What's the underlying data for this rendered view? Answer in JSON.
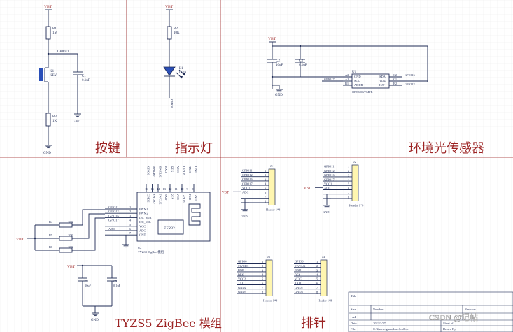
{
  "sections": {
    "key": "按键",
    "led": "指示灯",
    "light": "环境光传感器",
    "zigbee": "TYZS5 ZigBee 模组",
    "header": "排针"
  },
  "nets": {
    "vbt": "VBT",
    "gnd": "GND",
    "vbt_label": "VBT"
  },
  "key_circuit": {
    "r1": "R1",
    "r1_val": "1M",
    "net": "GPIO11",
    "k1": "K1",
    "k1_type": "KEY",
    "c1": "C1",
    "c1_val": "0.1uF",
    "r3": "R3",
    "r3_val": "1K"
  },
  "led_circuit": {
    "r2": "R2",
    "r2_val": "10K",
    "l1": "L1",
    "l1_type": "LED",
    "net": "GPIO8"
  },
  "light_sensor": {
    "c2": "C2",
    "c2_val": "10uF",
    "c3": "C3",
    "c3_val": "0.1uF",
    "u1": "U1",
    "pins_left": [
      {
        "num": "A2",
        "name": "GND"
      },
      {
        "num": "A1",
        "name": "SCL"
      },
      {
        "num": "B1",
        "name": "ADDR"
      }
    ],
    "pins_right": [
      {
        "name": "SDA",
        "num": "C2"
      },
      {
        "name": "VDD",
        "num": "C1"
      },
      {
        "name": "INT",
        "num": "B2"
      }
    ],
    "net_scl": "GPIO17",
    "net_sda": "GPIO16",
    "net_int": "GPIO12",
    "part": "OPT3006YMFR"
  },
  "zigbee_module": {
    "u2": "U2",
    "part": "TYZS5 ZigBee 模组",
    "chip": "EFR32",
    "left_pins": [
      {
        "net": "GPIO11",
        "num": "1",
        "name": "PWM1"
      },
      {
        "net": "GPIO12",
        "num": "2",
        "name": "PWM2"
      },
      {
        "net": "GPIO16",
        "num": "3",
        "name": "I2C_SDA"
      },
      {
        "net": "GPIO17",
        "num": "4",
        "name": "I2C_SCL"
      },
      {
        "net": "",
        "num": "5",
        "name": "VCC"
      },
      {
        "net": "ADC",
        "num": "6",
        "name": "ADC"
      },
      {
        "net": "",
        "num": "7",
        "name": "GND"
      }
    ],
    "top_pins": [
      "GPIO6",
      "SWDIO",
      "SWCLK",
      "RXD",
      "RES",
      "VCC",
      "GPIO8",
      "TXD",
      "GND"
    ],
    "top_nums": [
      "16",
      "15",
      "14",
      "13",
      "12",
      "11",
      "10",
      "9",
      "8"
    ],
    "res": [
      {
        "ref": "R4",
        "val": "10K"
      },
      {
        "ref": "R5",
        "val": "10K"
      },
      {
        "ref": "R6",
        "val": "10K"
      }
    ],
    "c4": "C4",
    "c4_val": "10uF",
    "c5": "C5",
    "c5_val": "0.1uF"
  },
  "headers": {
    "j1": {
      "ref": "J1",
      "part": "Header 1*8",
      "nets": [
        "GPIO11",
        "GPIO12",
        "GPIO16",
        "GPIO17",
        "VCC1",
        "ADC",
        "",
        ""
      ]
    },
    "j2": {
      "ref": "J2",
      "part": "Header 1*8",
      "nets": [
        "GPIO11",
        "GPIO12",
        "GPIO16",
        "GPIO17",
        "VCC1",
        "ADC",
        "",
        ""
      ]
    },
    "j3": {
      "ref": "J3",
      "part": "Header 1*8",
      "nets": [
        "GPIO6",
        "SWCLK",
        "RXD",
        "RES",
        "VCC2",
        "TXD",
        "GND2",
        "GND3"
      ]
    },
    "j4": {
      "ref": "J4",
      "part": "Header 1*8",
      "nets": [
        "GPIO6",
        "SWCLK",
        "RXD",
        "RES",
        "VCC2",
        "TXD",
        "GND2",
        "GND3"
      ]
    },
    "pin_nums": [
      "1",
      "2",
      "3",
      "4",
      "5",
      "6",
      "7",
      "8"
    ]
  },
  "title_block": {
    "title_label": "Title",
    "size_label": "Size",
    "size_val": "A4",
    "number_label": "Number",
    "revision_label": "Revision",
    "date_label": "Date:",
    "date_val": "2022/3/27",
    "sheet_label": "Sheet of",
    "file_label": "File:",
    "file_val": "C:\\Users\\..guanzhao.SchDoc",
    "drawn_label": "Drawn By:"
  },
  "watermark": "CSDN @记帖"
}
